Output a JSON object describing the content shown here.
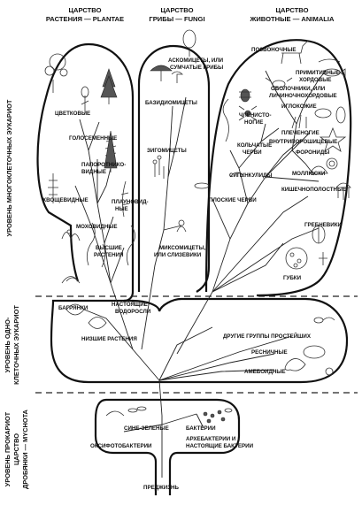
{
  "headers": {
    "plants": [
      "ЦАРСТВО",
      "РАСТЕНИЯ — PLANTAE"
    ],
    "fungi": [
      "ЦАРСТВО",
      "ГРИБЫ — FUNGI"
    ],
    "animals": [
      "ЦАРСТВО",
      "ЖИВОТНЫЕ — ANIMALIA"
    ]
  },
  "side_labels": {
    "multicellular": "УРОВЕНЬ МНОГОКЛЕТОЧНЫХ ЭУКАРИОТ",
    "unicellular": [
      "УРОВЕНЬ ОДНО-",
      "КЛЕТОЧНЫХ ЭУКАРИОТ"
    ],
    "prokaryote": [
      "УРОВЕНЬ ПРОКАРИОТ",
      "ЦАРСТВО",
      "ДРОБЯНКИ — MYCHOTA"
    ]
  },
  "plant_labels": {
    "flowering": "ЦВЕТКОВЫЕ",
    "gymnosperms": "ГОЛОСЕМЕННЫЕ",
    "ferns": [
      "ПАПОРОТНИКО-",
      "ВИДНЫЕ"
    ],
    "horsetails": "ХВОЩЕВИДНЫЕ",
    "mosses": "МОХОВИДНЫЕ",
    "lycopods": [
      "ПЛАУНОВИД-",
      "НЫЕ"
    ],
    "higher": [
      "ВЫСШИЕ",
      "РАСТЕНИЯ"
    ],
    "red_algae": "БАГРЯНКИ",
    "true_algae": [
      "НАСТОЯЩИЕ",
      "ВОДОРОСЛИ"
    ],
    "lower": "НИЗШИЕ РАСТЕНИЯ"
  },
  "fungi_labels": {
    "ascomycetes": [
      "АСКОМИЦЕТЫ, ИЛИ",
      "СУМЧАТЫЕ ГРИБЫ"
    ],
    "basidiomycetes": "БАЗИДИОМИЦЕТЫ",
    "zygomycetes": "ЗИГОМИЦЕТЫ",
    "myxomycetes": [
      "МИКСОМИЦЕТЫ,",
      "ИЛИ СЛИЗЕВИКИ"
    ]
  },
  "animal_labels": {
    "vertebrates": "ПОЗВОНОЧНЫЕ",
    "primitive_chordates": [
      "ПРИМИТИВНЫЕ",
      "ХОРДОВЫЕ"
    ],
    "tunicates": [
      "ОБОЛОЧНИКИ, ИЛИ",
      "ЛИЧИНОЧНОХОРДОВЫЕ"
    ],
    "echinoderms": "ИГЛОКОЖИЕ",
    "arthropods": [
      "ЧЛЕНИСТО-",
      "НОГИЕ"
    ],
    "brachiopods": "ПЛЕЧЕНОГИЕ",
    "annelids": [
      "КОЛЬЧАТЫЕ",
      "ЧЕРВИ"
    ],
    "bryozoa": "ВНУТРИПОРОШИЦЕВЫЕ",
    "phoronids": "ФОРОНИДЫ",
    "sipunculids": "СИПУНКУЛИДЫ",
    "molluscs": "МОЛЛЮСКИ",
    "flatworms": "ПЛОСКИЕ ЧЕРВИ",
    "coelenterates": "КИШЕЧНОПОЛОСТНЫЕ",
    "ctenophores": "ГРЕБНЕВИКИ",
    "sponges": "ГУБКИ"
  },
  "protist_labels": {
    "other_protists": "ДРУГИЕ ГРУППЫ ПРОСТЕЙШИХ",
    "ciliates": "РЕСНИЧНЫЕ",
    "amoebae": "АМЕБОИДНЫЕ"
  },
  "prokaryote_labels": {
    "blue_green": "СИНЕ-ЗЕЛЕНЫЕ",
    "oxyphotobacteria": "ОКСИФОТОБАКТЕРИИ",
    "bacteria": "БАКТЕРИИ",
    "archaebacteria": [
      "АРХЕБАКТЕРИИ И",
      "НАСТОЯЩИЕ БАКТЕРИИ"
    ],
    "prelife": "ПРЕДЖИЗНЬ"
  }
}
